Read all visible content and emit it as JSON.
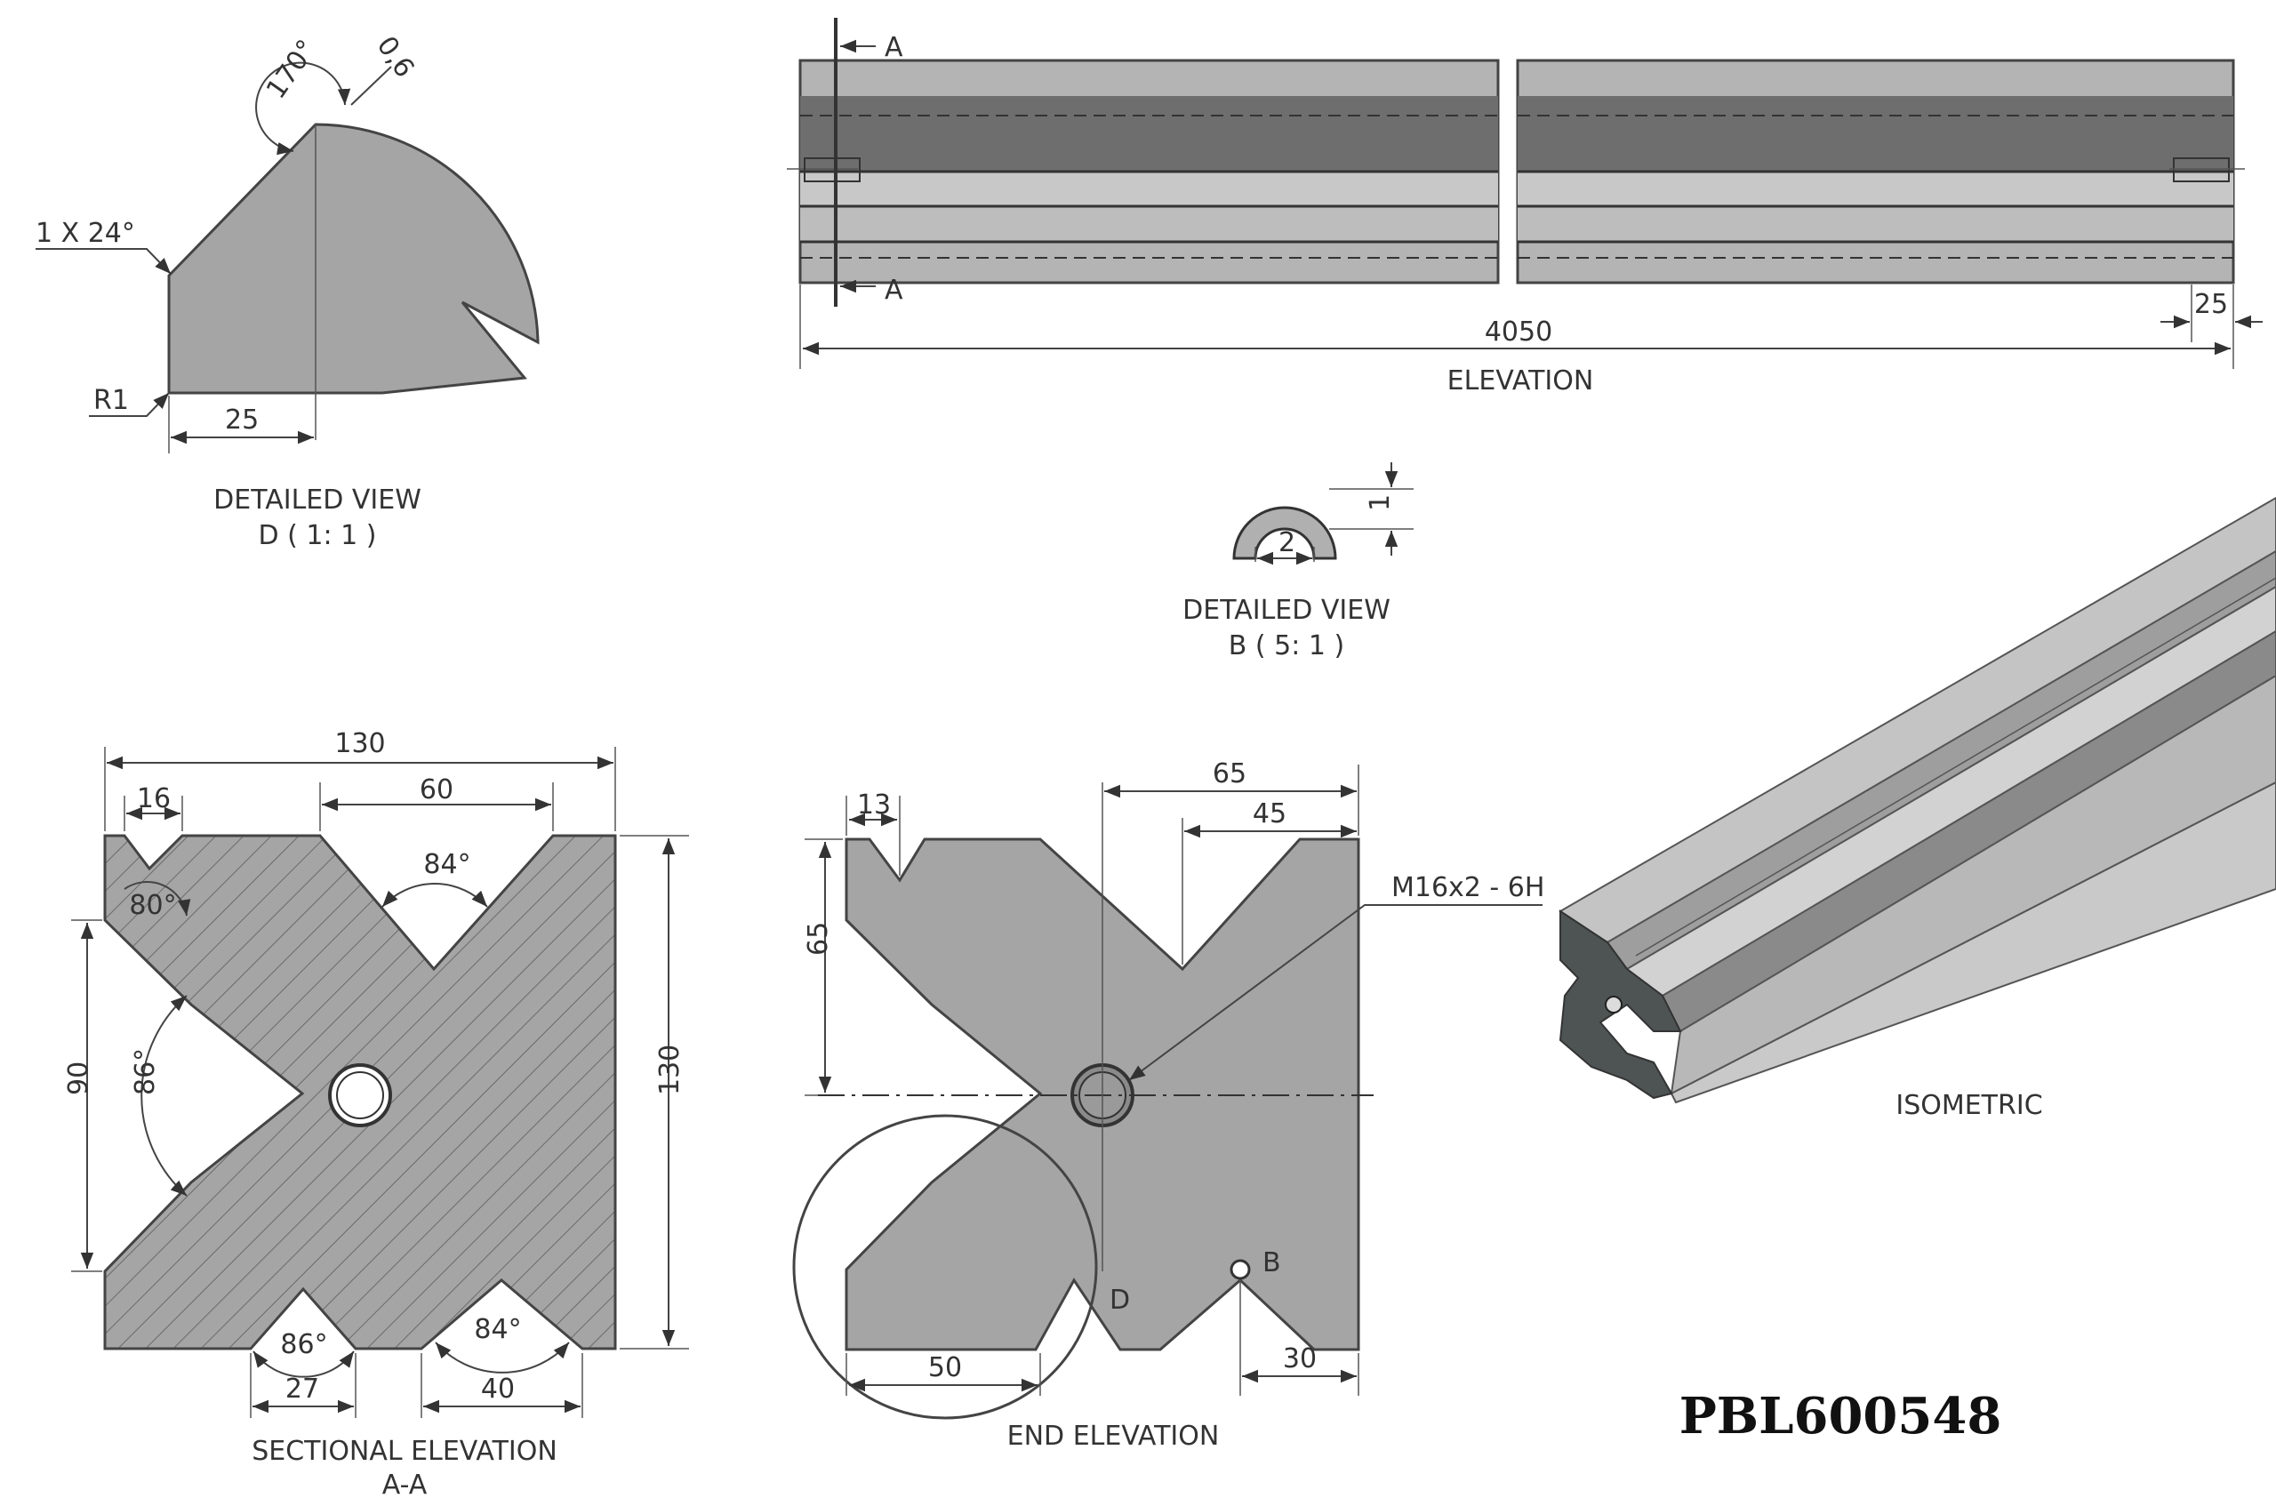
{
  "drawing": {
    "part_number": "PBL600548",
    "colors": {
      "body": "#a5a5a5",
      "dark_band": "#6e6e6e",
      "light_band": "#c8c8c8",
      "line": "#444444",
      "iso_dark": "#4e5454",
      "iso_light": "#bcbcbc"
    },
    "views": {
      "detail_d": {
        "title": "DETAILED VIEW",
        "scale": "D ( 1: 1 )",
        "dims": {
          "angle": "170°",
          "edge": "0,6",
          "chamfer": "1 X 24°",
          "radius": "R1",
          "width": "25"
        }
      },
      "elevation": {
        "title": "ELEVATION",
        "section_mark": "A",
        "dims": {
          "length": "4050",
          "end_offset": "25"
        }
      },
      "detail_b": {
        "title": "DETAILED VIEW",
        "scale": "B ( 5: 1 )",
        "dims": {
          "width": "2",
          "height": "1"
        }
      },
      "section_aa": {
        "title": "SECTIONAL ELEVATION",
        "subtitle": "A-A",
        "dims": {
          "width": "130",
          "top_slot": "16",
          "top_v": "60",
          "top_v_angle": "84°",
          "corner_angle": "80°",
          "side_height": "90",
          "side_angle": "86°",
          "height": "130",
          "bottom_small_angle": "86°",
          "bottom_small": "27",
          "bottom_large_angle": "84°",
          "bottom_large": "40"
        }
      },
      "end_elevation": {
        "title": "END ELEVATION",
        "dims": {
          "top_slot": "13",
          "half_width": "65",
          "top_v": "45",
          "height": "65",
          "thread": "M16x2 - 6H",
          "bottom_v": "50",
          "bottom_edge": "30"
        },
        "detail_markers": {
          "d": "D",
          "b": "B"
        }
      },
      "isometric": {
        "title": "ISOMETRIC"
      }
    }
  }
}
